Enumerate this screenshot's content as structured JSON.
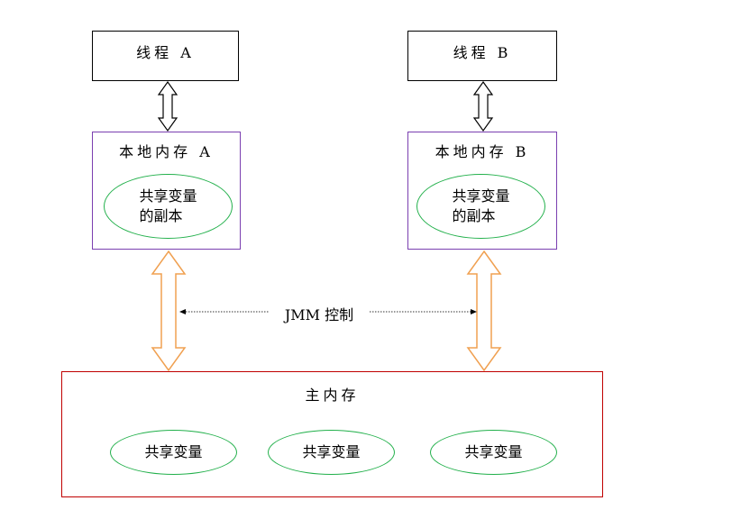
{
  "thread_a": {
    "label": "线程 A"
  },
  "thread_b": {
    "label": "线程 B"
  },
  "local_a": {
    "label": "本地内存 A",
    "copy_label": "共享变量\n的副本"
  },
  "local_b": {
    "label": "本地内存 B",
    "copy_label": "共享变量\n的副本"
  },
  "jmm": {
    "label": "JMM 控制"
  },
  "main_memory": {
    "label": "主内存",
    "variables": [
      "共享变量",
      "共享变量",
      "共享变量"
    ]
  },
  "colors": {
    "thread_border": "#000000",
    "local_border": "#7a3fb0",
    "main_border": "#c00000",
    "ellipse_border": "#22b04b",
    "orange_arrow": "#f0a050"
  }
}
